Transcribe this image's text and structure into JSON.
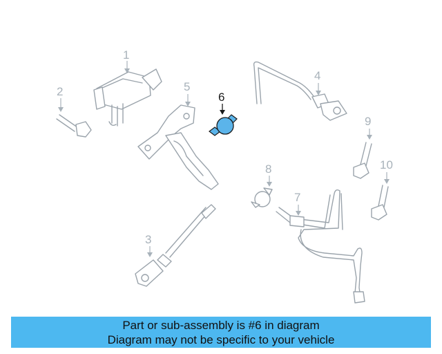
{
  "callouts": [
    "1",
    "2",
    "3",
    "4",
    "5",
    "6",
    "7",
    "8",
    "9",
    "10"
  ],
  "highlight_color": "#5bb4ea",
  "banner": {
    "line1": "Part or sub-assembly is #6 in diagram",
    "line2": "Diagram may not be specific to your vehicle",
    "background": "#4db8f0"
  }
}
